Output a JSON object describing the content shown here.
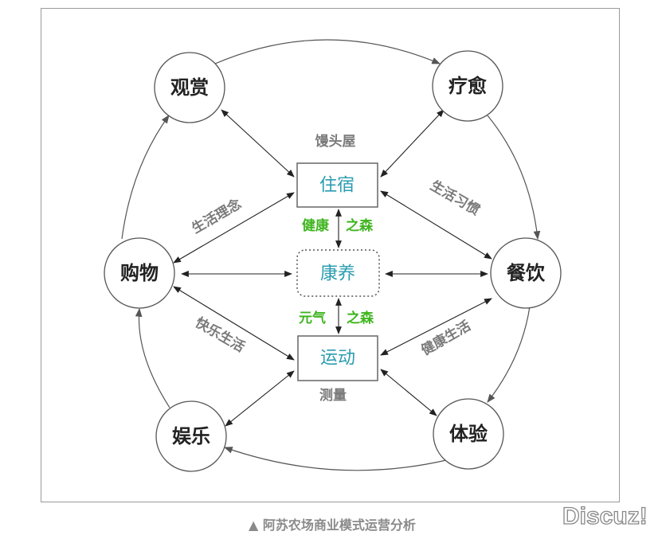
{
  "nodes": {
    "guanshang": "观赏",
    "liaoyu": "疗愈",
    "gouwu": "购物",
    "canyin": "餐饮",
    "yule": "娱乐",
    "tiyan": "体验"
  },
  "boxes": {
    "zhusu": "住宿",
    "kangyang": "康养",
    "yundong": "运动"
  },
  "labels": {
    "mantouwu": "馒头屋",
    "celiang": "测量",
    "jiankang": "健康",
    "zhisen1": "之森",
    "yuanqi": "元气",
    "zhisen2": "之森",
    "shenghuolinian": "生活理念",
    "kuaileshenghuo": "快乐生活",
    "shenghuoxiguan": "生活习惯",
    "jiankangshenghuo": "健康生活"
  },
  "caption": "▲ 阿苏农场商业模式运营分析",
  "watermark": "Discuz!"
}
